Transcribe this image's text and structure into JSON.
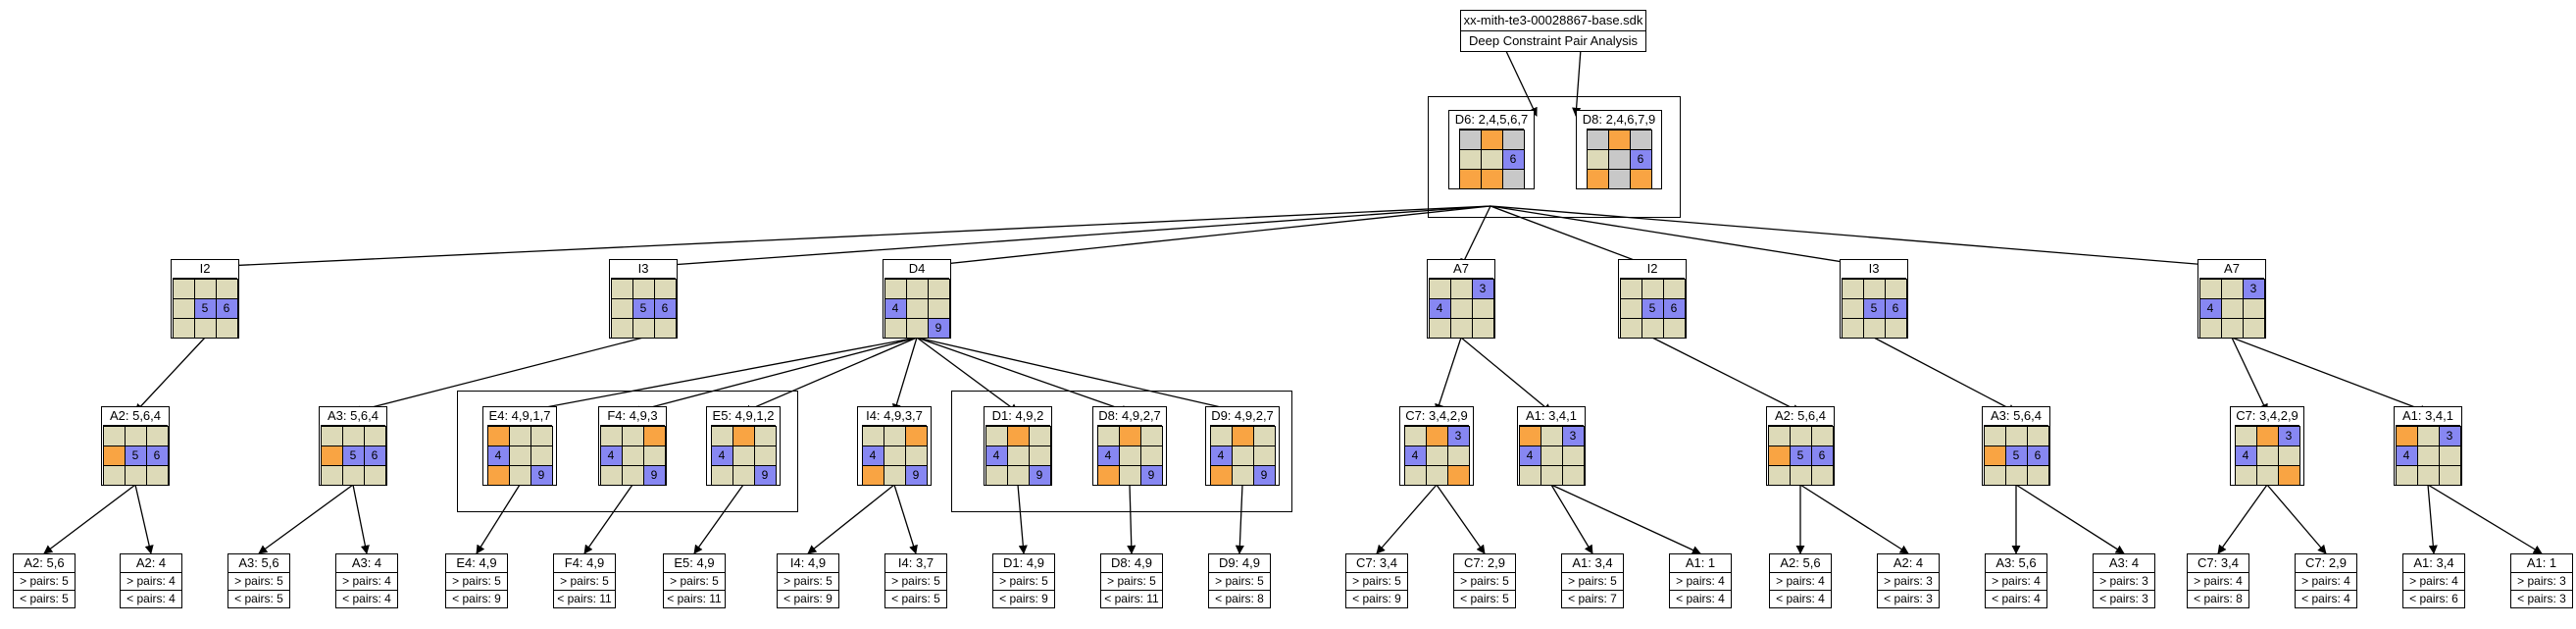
{
  "header": {
    "file": "xx-mith-te3-00028867-base.sdk",
    "subtitle": "Deep Constraint Pair Analysis"
  },
  "root_pair": [
    {
      "label": "D6: 2,4,5,6,7",
      "cells": [
        "g",
        "o",
        "g",
        "",
        "",
        "b:6",
        "o",
        "o",
        "g"
      ]
    },
    {
      "label": "D8: 2,4,6,7,9",
      "cells": [
        "g",
        "o",
        "g",
        "",
        "g",
        "b:6",
        "o",
        "g",
        "o"
      ]
    }
  ],
  "level1": [
    {
      "label": "I2",
      "cells": [
        "",
        "",
        "",
        "",
        "b:5",
        "b:6",
        "",
        "",
        ""
      ]
    },
    {
      "label": "I3",
      "cells": [
        "",
        "",
        "",
        "",
        "b:5",
        "b:6",
        "",
        "",
        ""
      ]
    },
    {
      "label": "D4",
      "cells": [
        "",
        "",
        "",
        "b:4",
        "",
        "",
        "",
        "",
        "b:9"
      ]
    },
    {
      "label": "A7",
      "cells": [
        "",
        "",
        "b:3",
        "b:4",
        "",
        "",
        "",
        "",
        ""
      ]
    },
    {
      "label": "I2",
      "cells": [
        "",
        "",
        "",
        "",
        "b:5",
        "b:6",
        "",
        "",
        ""
      ]
    },
    {
      "label": "I3",
      "cells": [
        "",
        "",
        "",
        "",
        "b:5",
        "b:6",
        "",
        "",
        ""
      ]
    },
    {
      "label": "A7",
      "cells": [
        "",
        "",
        "b:3",
        "b:4",
        "",
        "",
        "",
        "",
        ""
      ]
    }
  ],
  "level2": [
    {
      "label": "A2: 5,6,4",
      "cells": [
        "",
        "",
        "",
        "o",
        "b:5",
        "b:6",
        "",
        "",
        ""
      ]
    },
    {
      "label": "A3: 5,6,4",
      "cells": [
        "",
        "",
        "",
        "o",
        "b:5",
        "b:6",
        "",
        "",
        ""
      ]
    },
    {
      "label": "E4: 4,9,1,7",
      "cells": [
        "o",
        "",
        "",
        "b:4",
        "",
        "",
        "o",
        "",
        "b:9"
      ]
    },
    {
      "label": "F4: 4,9,3",
      "cells": [
        "",
        "",
        "o",
        "b:4",
        "",
        "",
        "",
        "",
        "b:9"
      ]
    },
    {
      "label": "E5: 4,9,1,2",
      "cells": [
        "",
        "o",
        "",
        "b:4",
        "",
        "",
        "",
        "",
        "b:9"
      ]
    },
    {
      "label": "I4: 4,9,3,7",
      "cells": [
        "",
        "",
        "o",
        "b:4",
        "",
        "",
        "o",
        "",
        "b:9"
      ]
    },
    {
      "label": "D1: 4,9,2",
      "cells": [
        "",
        "o",
        "",
        "b:4",
        "",
        "",
        "",
        "",
        "b:9"
      ]
    },
    {
      "label": "D8: 4,9,2,7",
      "cells": [
        "",
        "o",
        "",
        "b:4",
        "",
        "",
        "o",
        "",
        "b:9"
      ]
    },
    {
      "label": "D9: 4,9,2,7",
      "cells": [
        "",
        "o",
        "",
        "b:4",
        "",
        "",
        "o",
        "",
        "b:9"
      ]
    },
    {
      "label": "C7: 3,4,2,9",
      "cells": [
        "",
        "o",
        "b:3",
        "b:4",
        "",
        "",
        "",
        "",
        "o"
      ]
    },
    {
      "label": "A1: 3,4,1",
      "cells": [
        "o",
        "",
        "b:3",
        "b:4",
        "",
        "",
        "",
        "",
        ""
      ]
    },
    {
      "label": "A2: 5,6,4",
      "cells": [
        "",
        "",
        "",
        "o",
        "b:5",
        "b:6",
        "",
        "",
        ""
      ]
    },
    {
      "label": "A3: 5,6,4",
      "cells": [
        "",
        "",
        "",
        "o",
        "b:5",
        "b:6",
        "",
        "",
        ""
      ]
    },
    {
      "label": "C7: 3,4,2,9",
      "cells": [
        "",
        "o",
        "b:3",
        "b:4",
        "",
        "",
        "",
        "",
        "o"
      ]
    },
    {
      "label": "A1: 3,4,1",
      "cells": [
        "o",
        "",
        "b:3",
        "b:4",
        "",
        "",
        "",
        "",
        ""
      ]
    }
  ],
  "leaves": [
    {
      "label": "A2: 5,6",
      "pairs_gt": "> pairs: 5",
      "pairs_lt": "< pairs: 5"
    },
    {
      "label": "A2: 4",
      "pairs_gt": "> pairs: 4",
      "pairs_lt": "< pairs: 4"
    },
    {
      "label": "A3: 5,6",
      "pairs_gt": "> pairs: 5",
      "pairs_lt": "< pairs: 5"
    },
    {
      "label": "A3: 4",
      "pairs_gt": "> pairs: 4",
      "pairs_lt": "< pairs: 4"
    },
    {
      "label": "E4: 4,9",
      "pairs_gt": "> pairs: 5",
      "pairs_lt": "< pairs: 9"
    },
    {
      "label": "F4: 4,9",
      "pairs_gt": "> pairs: 5",
      "pairs_lt": "< pairs: 11"
    },
    {
      "label": "E5: 4,9",
      "pairs_gt": "> pairs: 5",
      "pairs_lt": "< pairs: 11"
    },
    {
      "label": "I4: 4,9",
      "pairs_gt": "> pairs: 5",
      "pairs_lt": "< pairs: 9"
    },
    {
      "label": "I4: 3,7",
      "pairs_gt": "> pairs: 5",
      "pairs_lt": "< pairs: 5"
    },
    {
      "label": "D1: 4,9",
      "pairs_gt": "> pairs: 5",
      "pairs_lt": "< pairs: 9"
    },
    {
      "label": "D8: 4,9",
      "pairs_gt": "> pairs: 5",
      "pairs_lt": "< pairs: 11"
    },
    {
      "label": "D9: 4,9",
      "pairs_gt": "> pairs: 5",
      "pairs_lt": "< pairs: 8"
    },
    {
      "label": "C7: 3,4",
      "pairs_gt": "> pairs: 5",
      "pairs_lt": "< pairs: 9"
    },
    {
      "label": "C7: 2,9",
      "pairs_gt": "> pairs: 5",
      "pairs_lt": "< pairs: 5"
    },
    {
      "label": "A1: 3,4",
      "pairs_gt": "> pairs: 5",
      "pairs_lt": "< pairs: 7"
    },
    {
      "label": "A1: 1",
      "pairs_gt": "> pairs: 4",
      "pairs_lt": "< pairs: 4"
    },
    {
      "label": "A2: 5,6",
      "pairs_gt": "> pairs: 4",
      "pairs_lt": "< pairs: 4"
    },
    {
      "label": "A2: 4",
      "pairs_gt": "> pairs: 3",
      "pairs_lt": "< pairs: 3"
    },
    {
      "label": "A3: 5,6",
      "pairs_gt": "> pairs: 4",
      "pairs_lt": "< pairs: 4"
    },
    {
      "label": "A3: 4",
      "pairs_gt": "> pairs: 3",
      "pairs_lt": "< pairs: 3"
    },
    {
      "label": "C7: 3,4",
      "pairs_gt": "> pairs: 4",
      "pairs_lt": "< pairs: 8"
    },
    {
      "label": "C7: 2,9",
      "pairs_gt": "> pairs: 4",
      "pairs_lt": "< pairs: 4"
    },
    {
      "label": "A1: 3,4",
      "pairs_gt": "> pairs: 4",
      "pairs_lt": "< pairs: 6"
    },
    {
      "label": "A1: 1",
      "pairs_gt": "> pairs: 3",
      "pairs_lt": "< pairs: 3"
    }
  ],
  "colors": {
    "cell_default": "#dddab8",
    "cell_orange": "#f9a443",
    "cell_blue": "#8787f2",
    "cell_gray": "#c8c8c8"
  }
}
